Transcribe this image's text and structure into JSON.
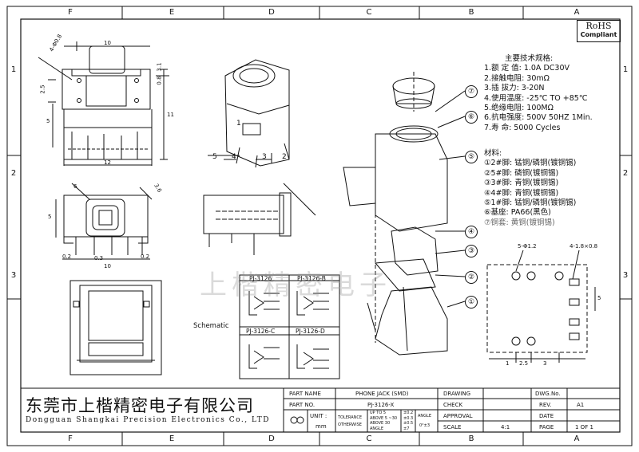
{
  "grid_top": [
    "F",
    "E",
    "D",
    "C",
    "B",
    "A"
  ],
  "grid_bottom": [
    "F",
    "E",
    "D",
    "C",
    "B",
    "A"
  ],
  "grid_side": [
    "1",
    "2",
    "3"
  ],
  "rohs": {
    "line1": "RoHS",
    "line2": "Compliant"
  },
  "specs": {
    "title": "主要技术规格:",
    "items": [
      "1.额 定 值: 1.0A DC30V",
      "2.接触电阻: 30mΩ",
      "3.插  拔力: 3-20N",
      "4.使用温度: -25℃ TO +85℃",
      "5.绝缘电阻: 100MΩ",
      "6.抗电强度: 500V 50HZ 1Min.",
      "7.寿    命: 5000 Cycles"
    ]
  },
  "materials": {
    "title": "材料:",
    "items": [
      "①2#脚: 锰铜/磷铜(镀铜锡)",
      "②5#脚: 磷铜(镀铜锡)",
      "③3#脚: 青铜(镀铜锡)",
      "④4#脚: 青铜(镀铜锡)",
      "⑤1#脚: 锰铜/磷铜(镀铜锡)",
      "⑥基座: PA66(黑色)",
      "⑦铜套: 黄铜(镀铜锡)"
    ]
  },
  "callouts": [
    "⑦",
    "⑥",
    "⑤",
    "④",
    "③",
    "②",
    "①"
  ],
  "pins_labels": [
    "1",
    "2",
    "3",
    "4",
    "5"
  ],
  "dimensions": {
    "top_width": "10",
    "top_dia": "4-Φ0.8",
    "left_25": "2.5",
    "left_5": "5",
    "right_11": "11",
    "right_31": "3.1",
    "right_08": "0.8",
    "bottom_12": "12",
    "mid_5": "5",
    "mid_36": "3.6",
    "mid_6": "6",
    "mid_02a": "0.2",
    "mid_03": "0.3",
    "mid_10": "10",
    "mid_02b": "0.2",
    "pcb_holes1": "5-Φ1.2",
    "pcb_holes2": "4-1.8×0.8",
    "pcb_1": "1",
    "pcb_25": "2.5",
    "pcb_3": "3",
    "pcb_5": "5"
  },
  "schematic": {
    "label": "Schematic",
    "cells": [
      "PJ-3126",
      "PJ-3126-B",
      "PJ-3126-C",
      "PJ-3126-D"
    ]
  },
  "company": {
    "cn": "东莞市上楷精密电子有限公司",
    "en": "Dongguan Shangkai Precision Electronics Co., LTD"
  },
  "watermark": "上楷精密电子",
  "title_block": {
    "part_name_label": "PART NAME",
    "part_name": "PHONE JACK (SMD)",
    "part_no_label": "PART NO.",
    "part_no": "PJ-3126-X",
    "unit_label": "UNIT :",
    "unit": "mm",
    "tolerance_label": "TOLERANCE",
    "otherwise_label": "OTHERWISE",
    "tol_rows": [
      "UP TO 5",
      "ABOVE 5 ~30",
      "ABOVE 30",
      "ANGLE"
    ],
    "tol_vals": [
      "±0.2",
      "±0.3",
      "±0.5",
      "±7"
    ],
    "angle_label": "ANGLE",
    "angle_val": "0°±3",
    "drawing_label": "DRAWING",
    "check_label": "CHECK",
    "approval_label": "APPROVAL",
    "scale_label": "SCALE",
    "scale": "4:1",
    "dwg_label": "DWG.No.",
    "rev_label": "REV.",
    "rev": "A1",
    "date_label": "DATE",
    "page_label": "PAGE",
    "page": "1  OF  1"
  }
}
